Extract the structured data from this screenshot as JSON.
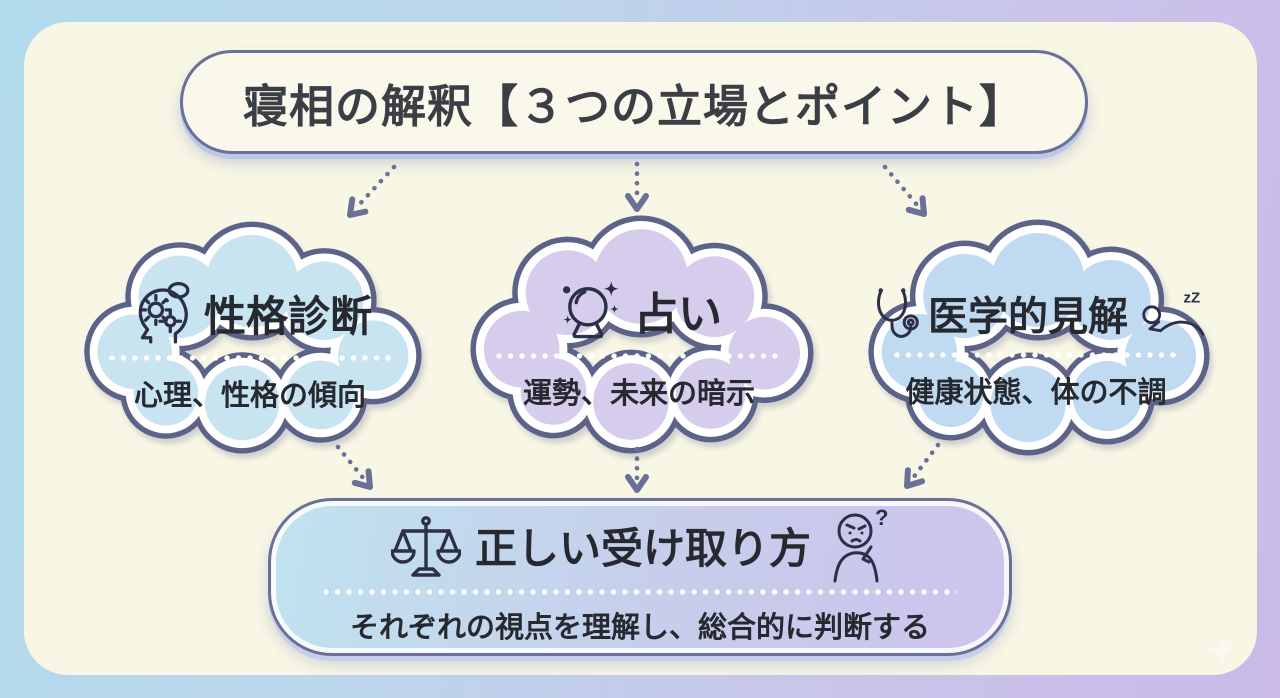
{
  "header": {
    "title": "寝相の解釈【３つの立場とポイント】"
  },
  "clouds": [
    {
      "title": "性格診断",
      "subtitle": "心理、性格の傾向",
      "fill": "#c9e4f1",
      "icon": "head-gears-icon"
    },
    {
      "title": "占い",
      "subtitle": "運勢、未来の暗示",
      "fill": "#d5cdeb",
      "icon": "crystal-ball-icon"
    },
    {
      "title": "医学的見解",
      "subtitle": "健康状態、体の不調",
      "fill": "#c0daf2",
      "icon": "stethoscope-icon",
      "icon2": "sleeping-person-icon",
      "sleep_text": "zZ"
    }
  ],
  "conclusion": {
    "title": "正しい受け取り方",
    "subtitle": "それぞれの視点を理解し、総合的に判断する",
    "icon": "balance-scale-icon",
    "icon2": "thinking-person-icon",
    "question_text": "?"
  },
  "colors": {
    "frame_blue": "#b2dbec",
    "frame_lavender": "#c9bae7",
    "canvas_cream": "#f8f6e4",
    "cloud_outline": "#5d6388",
    "arrow": "#6b7099",
    "text_dark": "#26292f"
  }
}
